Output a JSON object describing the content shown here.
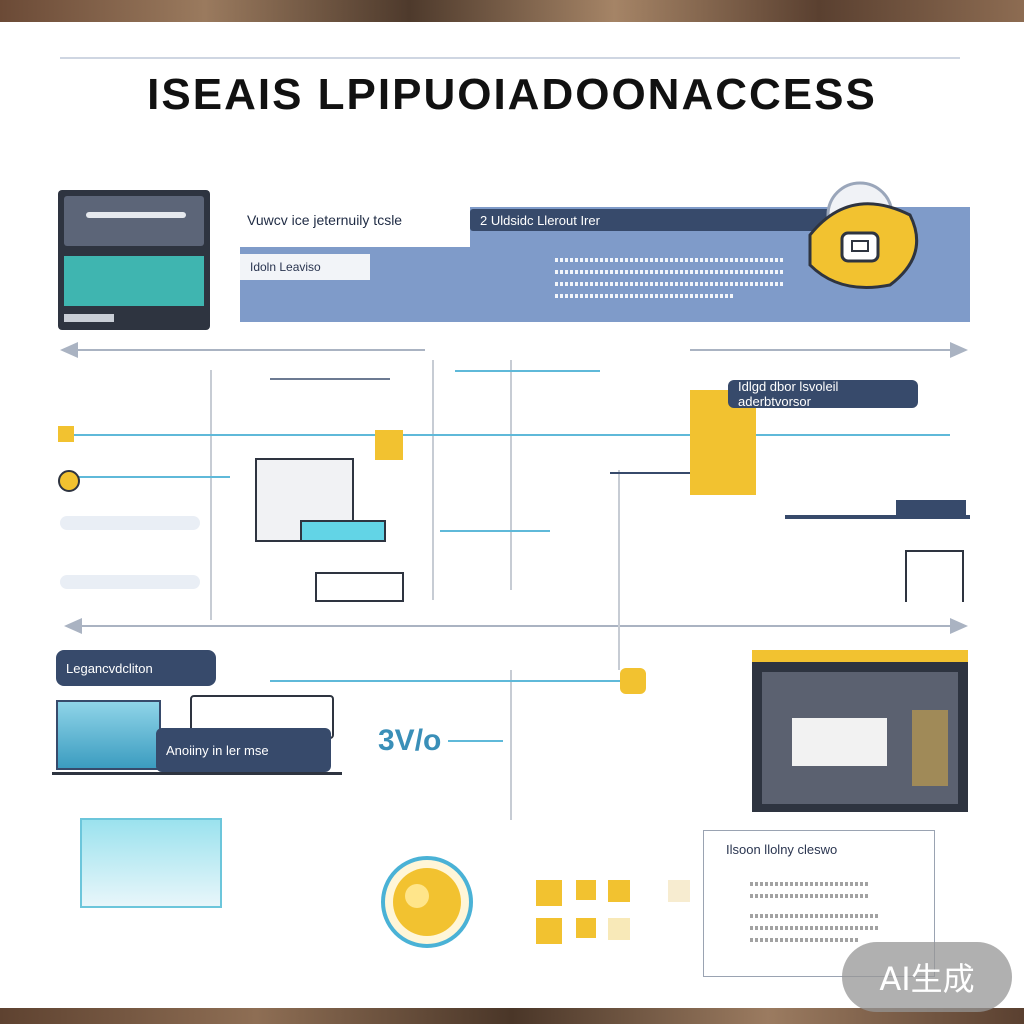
{
  "title": "ISEAIS LPIPUOIADOONACCESS",
  "top_panel": {
    "bar_text_left": "Vuwcv ice jeternuily tcsle",
    "bar_text_right": "2 Uldsidc Llerout Irer",
    "sub_label": "Idoln Leaviso"
  },
  "middle_callout": {
    "text": "Idlgd dbor lsvoleil aderbtvorsor"
  },
  "left_pill_1": {
    "text": "Legancvdcliton"
  },
  "left_pill_2": {
    "text": "Anoiiny in ler mse"
  },
  "center_number": "3V/o",
  "bottom_card": {
    "title": "Ilsoon llolny cleswo"
  },
  "watermark": "AI生成",
  "colors": {
    "navy": "#374a6b",
    "blue": "#7f9bc9",
    "cyan": "#5fb9d9",
    "yellow": "#f2c230",
    "grey": "#aab3c2"
  }
}
